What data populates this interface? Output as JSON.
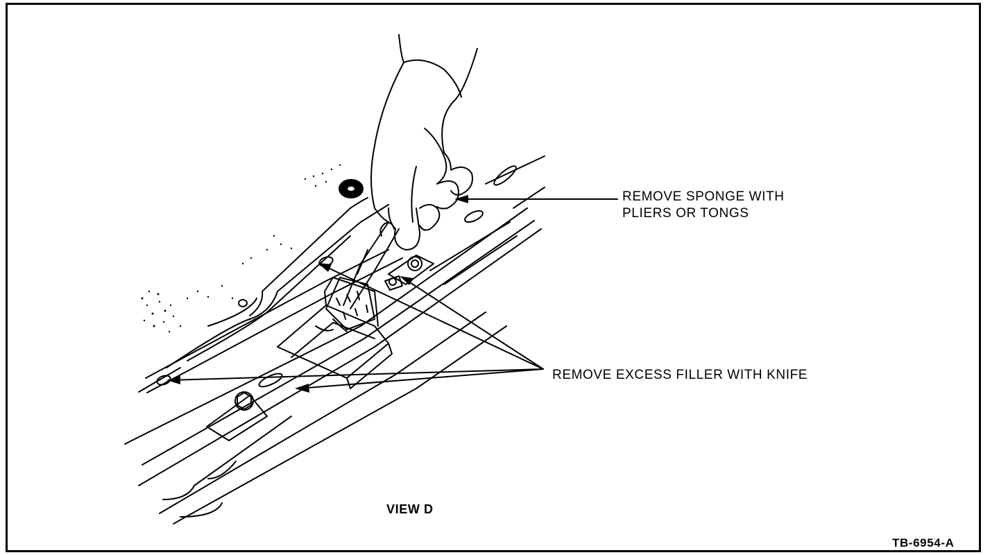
{
  "callouts": {
    "sponge_line1": "REMOVE SPONGE WITH",
    "sponge_line2": "PLIERS OR TONGS",
    "filler": "REMOVE EXCESS FILLER WITH KNIFE"
  },
  "view_label": "VIEW D",
  "figure_id": "TB-6954-A",
  "icons": {
    "hand": "hand-icon",
    "pliers": "pliers-icon",
    "bolt": "bolt-icon",
    "rail": "rail-icon"
  },
  "colors": {
    "ink": "#000000",
    "paper": "#ffffff"
  }
}
